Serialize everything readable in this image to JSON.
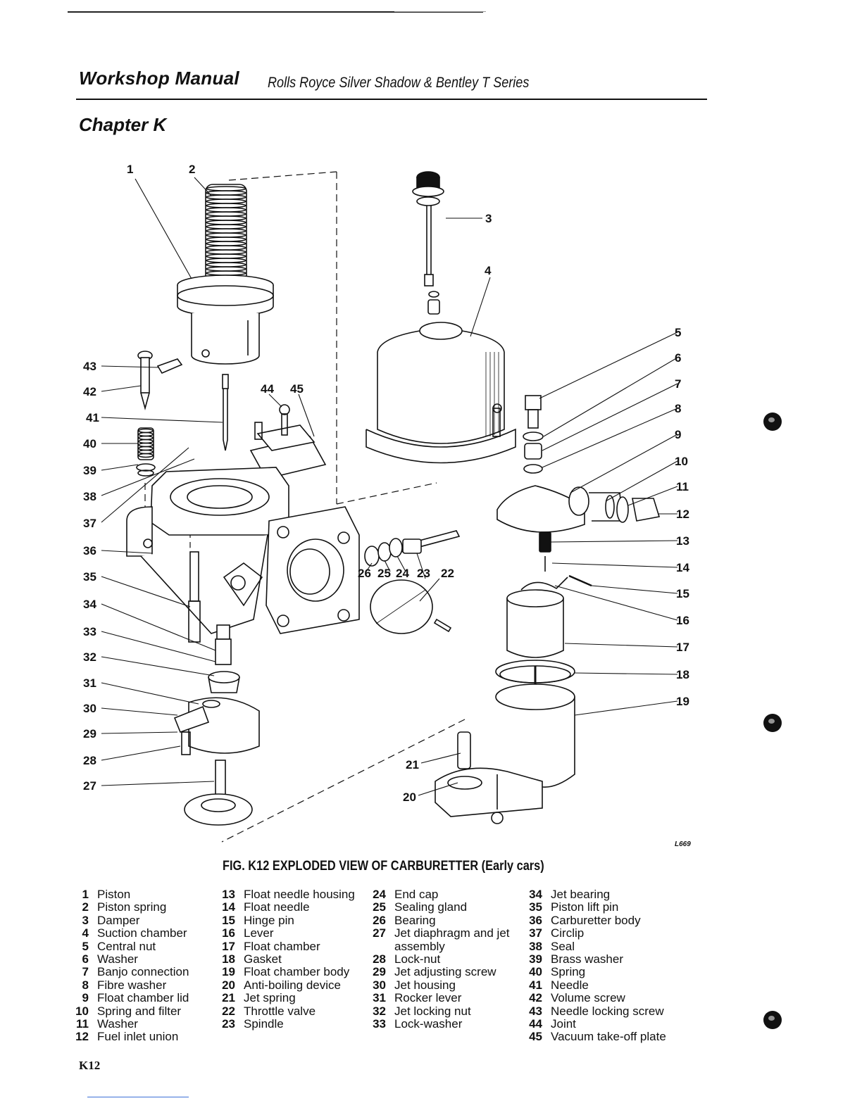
{
  "header": {
    "title": "Workshop Manual",
    "subtitle": "Rolls Royce Silver Shadow & Bentley T Series",
    "chapter": "Chapter K"
  },
  "figure": {
    "reference": "L669",
    "caption": "FIG. K12  EXPLODED VIEW OF CARBURETTER (Early cars)",
    "callouts": [
      "1",
      "2",
      "3",
      "4",
      "5",
      "6",
      "7",
      "8",
      "9",
      "10",
      "11",
      "12",
      "13",
      "14",
      "15",
      "16",
      "17",
      "18",
      "19",
      "20",
      "21",
      "22",
      "23",
      "24",
      "25",
      "26",
      "27",
      "28",
      "29",
      "30",
      "31",
      "32",
      "33",
      "34",
      "35",
      "36",
      "37",
      "38",
      "39",
      "40",
      "41",
      "42",
      "43",
      "44",
      "45"
    ]
  },
  "legend": {
    "columns": [
      [
        {
          "num": "1",
          "label": "Piston"
        },
        {
          "num": "2",
          "label": "Piston spring"
        },
        {
          "num": "3",
          "label": "Damper"
        },
        {
          "num": "4",
          "label": "Suction chamber"
        },
        {
          "num": "5",
          "label": "Central nut"
        },
        {
          "num": "6",
          "label": "Washer"
        },
        {
          "num": "7",
          "label": "Banjo connection"
        },
        {
          "num": "8",
          "label": "Fibre washer"
        },
        {
          "num": "9",
          "label": "Float chamber lid"
        },
        {
          "num": "10",
          "label": "Spring and filter"
        },
        {
          "num": "11",
          "label": "Washer"
        },
        {
          "num": "12",
          "label": "Fuel inlet union"
        }
      ],
      [
        {
          "num": "13",
          "label": "Float needle housing"
        },
        {
          "num": "14",
          "label": "Float needle"
        },
        {
          "num": "15",
          "label": "Hinge pin"
        },
        {
          "num": "16",
          "label": "Lever"
        },
        {
          "num": "17",
          "label": "Float chamber"
        },
        {
          "num": "18",
          "label": "Gasket"
        },
        {
          "num": "19",
          "label": "Float chamber body"
        },
        {
          "num": "20",
          "label": "Anti-boiling device"
        },
        {
          "num": "21",
          "label": "Jet spring"
        },
        {
          "num": "22",
          "label": "Throttle valve"
        },
        {
          "num": "23",
          "label": "Spindle"
        }
      ],
      [
        {
          "num": "24",
          "label": "End cap"
        },
        {
          "num": "25",
          "label": "Sealing gland"
        },
        {
          "num": "26",
          "label": "Bearing"
        },
        {
          "num": "27",
          "label": "Jet diaphragm and jet"
        },
        {
          "num": "",
          "label": "assembly"
        },
        {
          "num": "28",
          "label": "Lock-nut"
        },
        {
          "num": "29",
          "label": "Jet adjusting screw"
        },
        {
          "num": "30",
          "label": "Jet housing"
        },
        {
          "num": "31",
          "label": "Rocker lever"
        },
        {
          "num": "32",
          "label": "Jet locking nut"
        },
        {
          "num": "33",
          "label": "Lock-washer"
        }
      ],
      [
        {
          "num": "34",
          "label": "Jet bearing"
        },
        {
          "num": "35",
          "label": "Piston lift pin"
        },
        {
          "num": "36",
          "label": "Carburetter body"
        },
        {
          "num": "37",
          "label": "Circlip"
        },
        {
          "num": "38",
          "label": "Seal"
        },
        {
          "num": "39",
          "label": "Brass washer"
        },
        {
          "num": "40",
          "label": "Spring"
        },
        {
          "num": "41",
          "label": "Needle"
        },
        {
          "num": "42",
          "label": "Volume screw"
        },
        {
          "num": "43",
          "label": "Needle locking screw"
        },
        {
          "num": "44",
          "label": "Joint"
        },
        {
          "num": "45",
          "label": "Vacuum take-off plate"
        }
      ]
    ]
  },
  "footer": {
    "page_number": "K12"
  }
}
